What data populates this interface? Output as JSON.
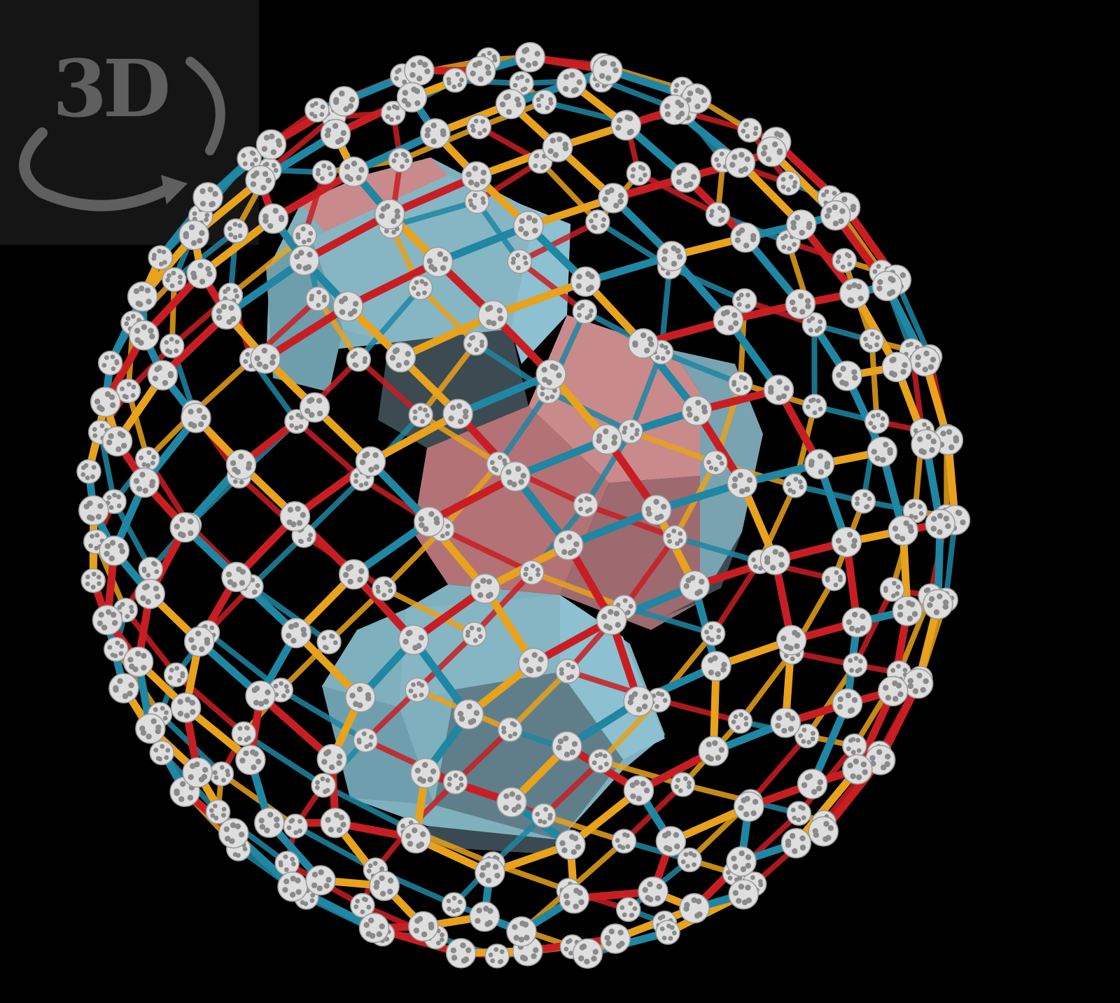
{
  "viewer": {
    "mode_badge": {
      "label": "3D",
      "icon": "rotate-3d-icon",
      "color": "#5f5f5f"
    },
    "background": "#000000"
  },
  "model": {
    "kind": "strut-and-node polyhedral framework with solid cells",
    "strut_colors": {
      "red": "#c81e23",
      "blue": "#1f86a3",
      "yellow": "#e8a21c"
    },
    "node_color": "#dedede",
    "cell_colors": {
      "blue": "#86b4c2",
      "pink": "#c98a8c"
    },
    "cells": [
      {
        "name": "top-blue-cell",
        "color": "blue"
      },
      {
        "name": "center-pink-cell",
        "color": "pink"
      },
      {
        "name": "bottom-blue-cell",
        "color": "blue"
      }
    ]
  }
}
